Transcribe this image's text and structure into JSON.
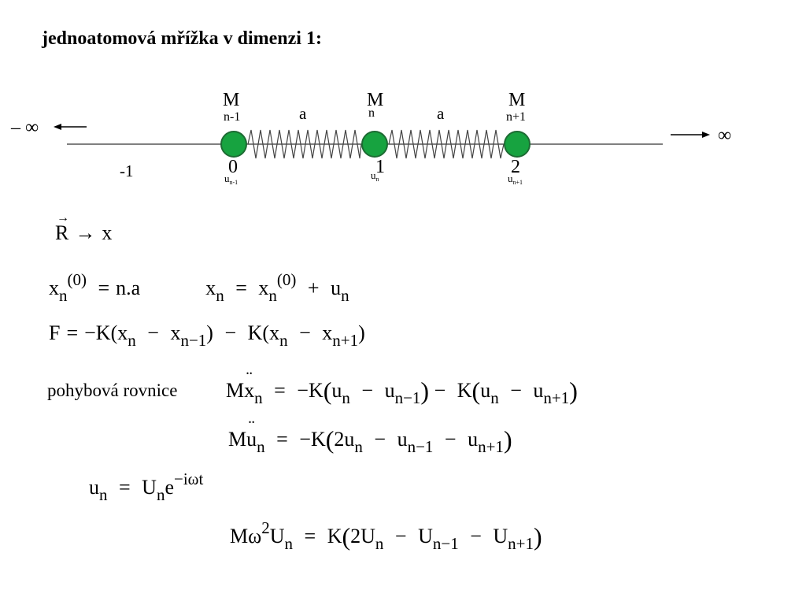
{
  "title": "jednoatomová mřížka v dimenzi 1:",
  "diagram": {
    "neg_infinity": "– ∞",
    "pos_infinity": "∞",
    "left_index": "-1",
    "spacing_label": "a",
    "colors": {
      "atom": "#17a340",
      "atom_stroke": "#1d6b33",
      "line": "#808080",
      "spring": "#444444"
    },
    "atoms": [
      {
        "mass": "M",
        "mass_index": "n-1",
        "position": "0",
        "displacement": "u",
        "displacement_index": "n-1"
      },
      {
        "mass": "M",
        "mass_index": "n",
        "position": "1",
        "displacement": "u",
        "displacement_index": "n"
      },
      {
        "mass": "M",
        "mass_index": "n+1",
        "position": "2",
        "displacement": "u",
        "displacement_index": "n+1"
      }
    ]
  },
  "equations": {
    "vector_R": "R",
    "arrow": "→",
    "x": "x",
    "n": "n",
    "zero": "0",
    "eq": "=",
    "n_dot_a": "n.a",
    "u": "u",
    "plus": "+",
    "minus": "−",
    "F": "F",
    "minus_K": "−K",
    "K": "K",
    "n_minus_1": "n−1",
    "n_plus_1": "n+1",
    "lparen": "(",
    "rparen": ")",
    "M": "M",
    "two": "2",
    "U": "U",
    "e": "e",
    "exp": "−iωt",
    "omega": "ω",
    "pohybova_label": "pohybová rovnice"
  }
}
